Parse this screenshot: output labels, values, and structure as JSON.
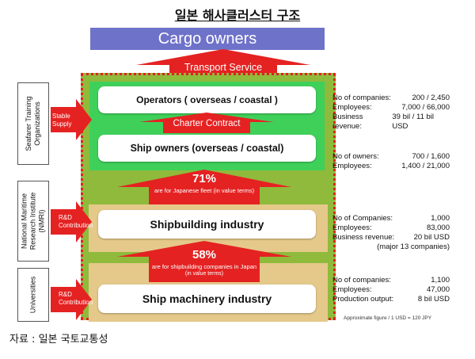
{
  "title": "일본 해사클러스터 구조",
  "cargo_owners": "Cargo owners",
  "arrows": {
    "transport_service": "Transport Service",
    "charter_contract": "Charter Contract",
    "pct71": "71%",
    "pct71_note": "are for Japanese fleet",
    "pct71_sub": "(in value terms)",
    "pct58": "58%",
    "pct58_note": "are for shipbuilding companies in Japan",
    "pct58_sub": "(in value terms)"
  },
  "boxes": {
    "operators": "Operators ( overseas / coastal )",
    "ship_owners": "Ship owners (overseas / coastal)",
    "shipbuilding": "Shipbuilding industry",
    "machinery": "Ship machinery industry"
  },
  "side_orgs": [
    {
      "label": "Seafarer Training Organizations",
      "arrow": "Stable Supply"
    },
    {
      "label": "National Maritime Research Institute (NMRI)",
      "arrow": "R&D Contribution"
    },
    {
      "label": "Universities",
      "arrow": "R&D Contribution"
    }
  ],
  "stats": {
    "operators": [
      {
        "k": "No of companies:",
        "v": "200 / 2,450"
      },
      {
        "k": "Employees:",
        "v": "7,000 / 66,000"
      },
      {
        "k": "Business revenue:",
        "v": "39 bil / 11 bil USD"
      }
    ],
    "owners": [
      {
        "k": "No of owners:",
        "v": "700 / 1,600"
      },
      {
        "k": "Employees:",
        "v": "1,400 / 21,000"
      }
    ],
    "shipbuilding": [
      {
        "k": "No of Companies:",
        "v": "1,000"
      },
      {
        "k": "Employees:",
        "v": "83,000"
      },
      {
        "k": "Business revenue:",
        "v": "20 bil USD"
      }
    ],
    "shipbuilding_note": "(major 13 companies)",
    "machinery": [
      {
        "k": "No of companies:",
        "v": "1,100"
      },
      {
        "k": "Employees:",
        "v": "47,000"
      },
      {
        "k": "Production output:",
        "v": "8 bil USD"
      }
    ],
    "approx": "Approximate figure / 1 USD = 120 JPY"
  },
  "source": "자료 : 일본 국토교통성",
  "colors": {
    "red": "#e52222",
    "green": "#3fd05a",
    "olive": "#8fba3c",
    "tan": "#e5c98a",
    "purple": "#6e72c9"
  }
}
